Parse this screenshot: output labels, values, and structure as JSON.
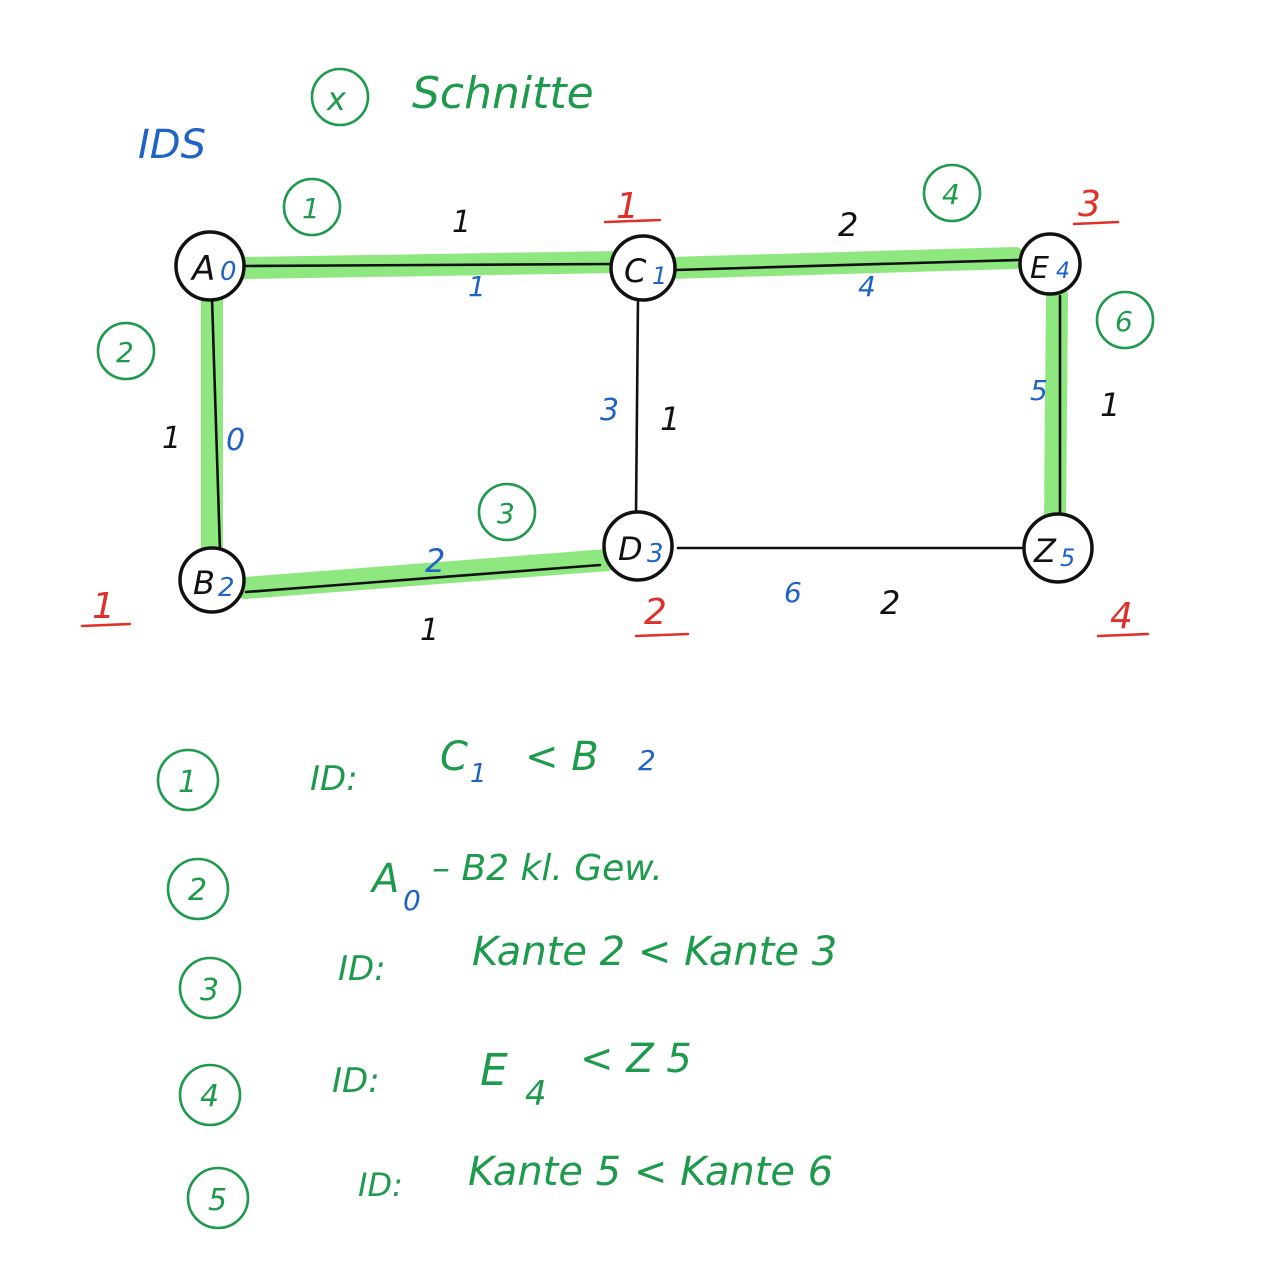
{
  "header": {
    "ids_label": "IDS",
    "cuts_marker": "x",
    "cuts_label": "Schnitte"
  },
  "nodes": [
    {
      "id": "A",
      "label": "A",
      "sub": "0",
      "depth": ""
    },
    {
      "id": "B",
      "label": "B",
      "sub": "2",
      "depth": "1"
    },
    {
      "id": "C",
      "label": "C",
      "sub": "1",
      "depth": "1"
    },
    {
      "id": "D",
      "label": "D",
      "sub": "3",
      "depth": "2"
    },
    {
      "id": "E",
      "label": "E",
      "sub": "4",
      "depth": "3"
    },
    {
      "id": "Z",
      "label": "Z",
      "sub": "5",
      "depth": "4"
    }
  ],
  "edges": [
    {
      "from": "A",
      "to": "C",
      "weight": "1",
      "edge_id": "1",
      "highlighted": true,
      "step": "1"
    },
    {
      "from": "A",
      "to": "B",
      "weight": "1",
      "edge_id": "0",
      "highlighted": true,
      "step": "2"
    },
    {
      "from": "B",
      "to": "D",
      "weight": "1",
      "edge_id": "2",
      "highlighted": true,
      "step": "3"
    },
    {
      "from": "C",
      "to": "D",
      "weight": "1",
      "edge_id": "3",
      "highlighted": false,
      "step": ""
    },
    {
      "from": "C",
      "to": "E",
      "weight": "2",
      "edge_id": "4",
      "highlighted": true,
      "step": "4"
    },
    {
      "from": "E",
      "to": "Z",
      "weight": "1",
      "edge_id": "5",
      "highlighted": true,
      "step": "6"
    },
    {
      "from": "D",
      "to": "Z",
      "weight": "2",
      "edge_id": "6",
      "highlighted": false,
      "step": ""
    }
  ],
  "steps": [
    {
      "num": "1",
      "prefix": "ID:",
      "text": "C",
      "sub": "1",
      "rest": " < B",
      "sub2": "2"
    },
    {
      "num": "2",
      "prefix": "",
      "text": "A",
      "sub": "0",
      "rest": " – B2  kl. Gew.",
      "sub2": ""
    },
    {
      "num": "3",
      "prefix": "ID:",
      "text": "Kante 2 < Kante 3",
      "sub": "",
      "rest": "",
      "sub2": ""
    },
    {
      "num": "4",
      "prefix": "ID:",
      "text": "E",
      "sub": "4",
      "rest": " < Z 5",
      "sub2": ""
    },
    {
      "num": "5",
      "prefix": "ID:",
      "text": "Kante 5 < Kante 6",
      "sub": "",
      "rest": "",
      "sub2": ""
    }
  ],
  "colors": {
    "black": "#111111",
    "blue": "#1f63c4",
    "green": "#1d9a4c",
    "red": "#e0302a",
    "highlight": "#7be36a"
  }
}
